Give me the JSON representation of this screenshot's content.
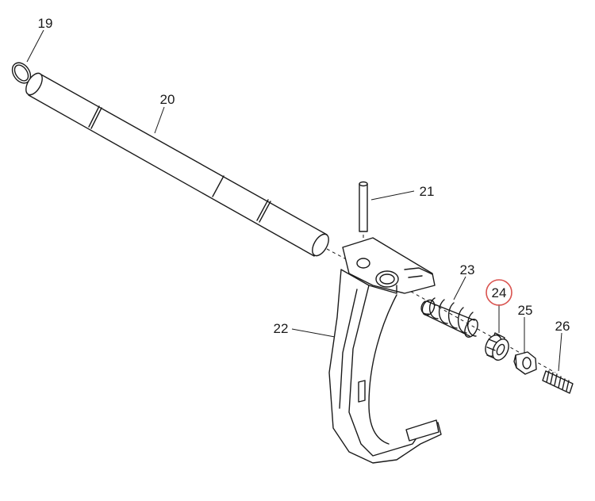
{
  "diagram": {
    "highlight_color": "#d9534f",
    "line_color": "#1a1a1a",
    "callouts": [
      {
        "id": "19",
        "label": "19",
        "highlighted": false
      },
      {
        "id": "20",
        "label": "20",
        "highlighted": false
      },
      {
        "id": "21",
        "label": "21",
        "highlighted": false
      },
      {
        "id": "22",
        "label": "22",
        "highlighted": false
      },
      {
        "id": "23",
        "label": "23",
        "highlighted": false
      },
      {
        "id": "24",
        "label": "24",
        "highlighted": true
      },
      {
        "id": "25",
        "label": "25",
        "highlighted": false
      },
      {
        "id": "26",
        "label": "26",
        "highlighted": false
      }
    ]
  }
}
